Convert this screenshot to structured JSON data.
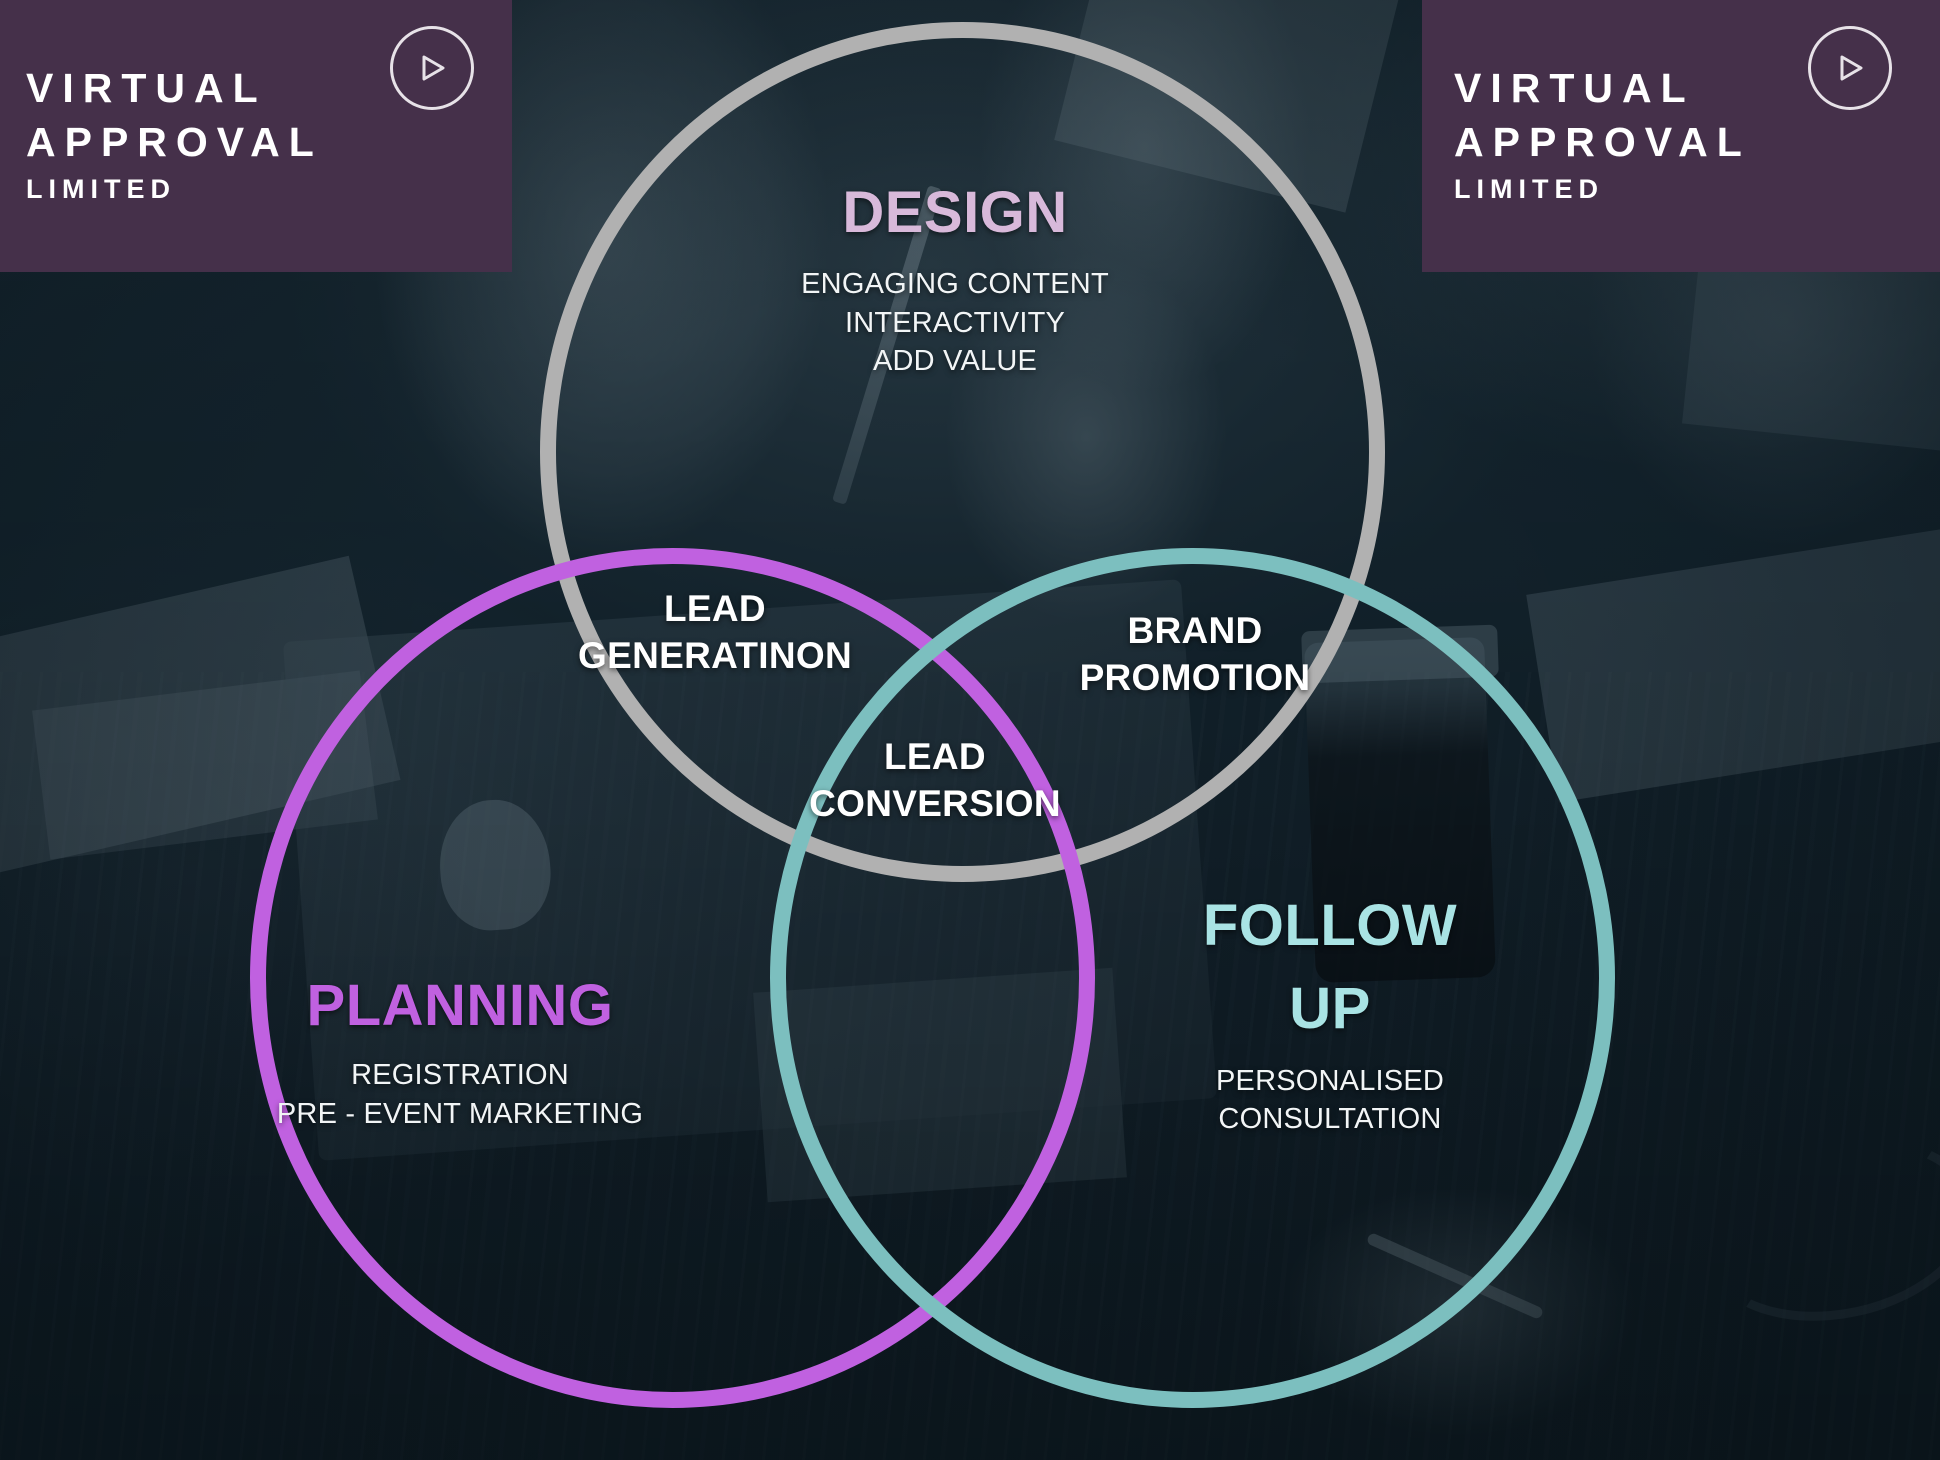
{
  "colors": {
    "background": "#22394a",
    "logo_plate": "#45304a",
    "design_circle": "#b1b1b1",
    "planning_circle": "#c061e0",
    "followup_circle": "#7cbfbf",
    "design_text": "#d8b9da",
    "planning_text": "#c061e0",
    "followup_text": "#a9e3e4",
    "body_text": "#f2f5f6"
  },
  "logo": {
    "line1": "VIRTUAL",
    "line2": "APPROVAL",
    "line3": "LIMITED",
    "play_icon": "play-circle-icon"
  },
  "diagram": {
    "type": "venn",
    "circles": [
      {
        "id": "design",
        "title": "DESIGN",
        "items": [
          "ENGAGING CONTENT",
          "INTERACTIVITY",
          "ADD VALUE"
        ],
        "color": "#b1b1b1"
      },
      {
        "id": "planning",
        "title": "PLANNING",
        "items": [
          "REGISTRATION",
          "PRE - EVENT MARKETING"
        ],
        "color": "#c061e0"
      },
      {
        "id": "followup",
        "title_line1": "FOLLOW",
        "title_line2": "UP",
        "items": [
          "PERSONALISED",
          "CONSULTATION"
        ],
        "color": "#7cbfbf"
      }
    ],
    "overlaps": [
      {
        "id": "design-planning",
        "line1": "LEAD",
        "line2": "GENERATINON"
      },
      {
        "id": "design-followup",
        "line1": "BRAND",
        "line2": "PROMOTION"
      },
      {
        "id": "all-three",
        "line1": "LEAD",
        "line2": "CONVERSION"
      }
    ]
  }
}
